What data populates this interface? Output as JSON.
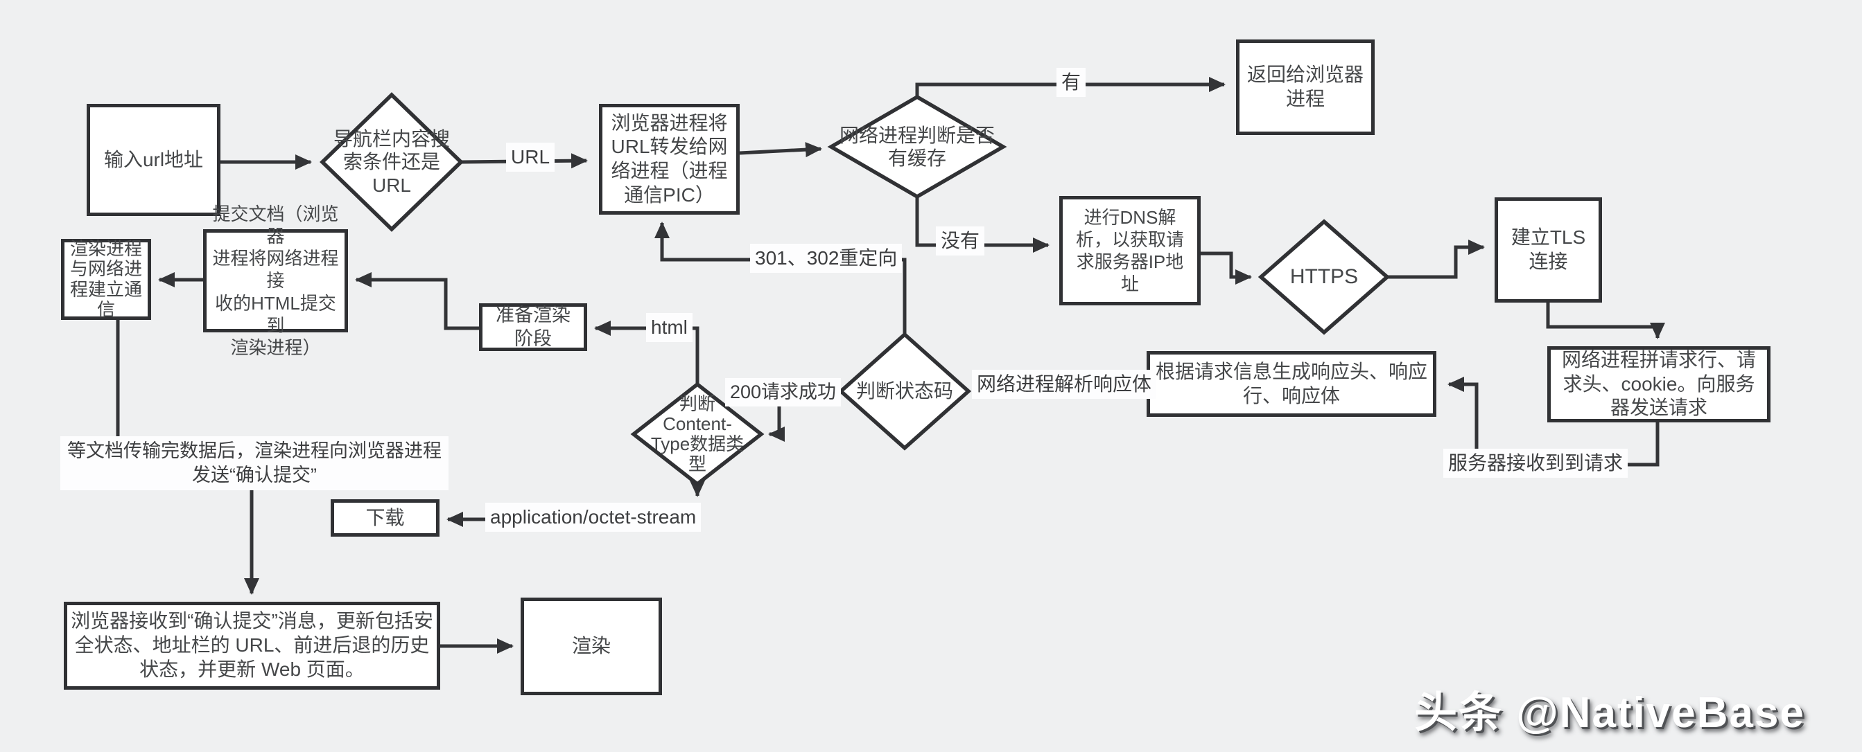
{
  "colors": {
    "background": "#eff0f1",
    "line": "#333437",
    "box_border": "#303134",
    "box_fill": "#ffffff",
    "text": "#454749",
    "watermark_text": "#ffffff"
  },
  "nodes": {
    "input_url": "输入url地址",
    "nav_decision": "导航栏内容搜\n索条件还是\nURL",
    "browser_forward": "浏览器进程将\nURL转发给网\n络进程（进程\n通信PIC）",
    "cache_decision": "网络进程判断是否\n有缓存",
    "return_browser": "返回给浏览器\n进程",
    "dns_resolve": "进行DNS解\n析，以获取请\n求服务器IP地\n址",
    "https": "HTTPS",
    "tls": "建立TLS\n连接",
    "send_request": "网络进程拼请求行、请\n求头、cookie。向服务\n器发送请求",
    "gen_response": "根据请求信息生成响应头、响应\n行、响应体",
    "status_decision": "判断状态码",
    "ctype_decision": "判断\nContent-\nType数据类\n型",
    "prepare_render": "准备渲染\n阶段",
    "commit_doc": "提交文档（浏览器\n进程将网络进程接\n收的HTML提交到\n渲染进程）",
    "render_net_link": "渲染进程\n与网络进\n程建立通\n信",
    "download": "下载",
    "update_browser": "浏览器接收到“确认提交”消息，更新包括安\n全状态、地址栏的 URL、前进后退的历史\n状态，并更新 Web 页面。",
    "render": "渲染"
  },
  "labels": {
    "url": "URL",
    "have": "有",
    "no_cache": "没有",
    "redirect": "301、302重定向",
    "success_200": "200请求成功",
    "parse_body": "网络进程解析响应体",
    "html": "html",
    "octet_stream": "application/octet-stream",
    "server_received": "服务器接收到到请求",
    "confirm_commit": "等文档传输完数据后，渲染进程向浏览器进程\n发送“确认提交”"
  },
  "watermark": {
    "text": "头条 @NativeBase"
  }
}
